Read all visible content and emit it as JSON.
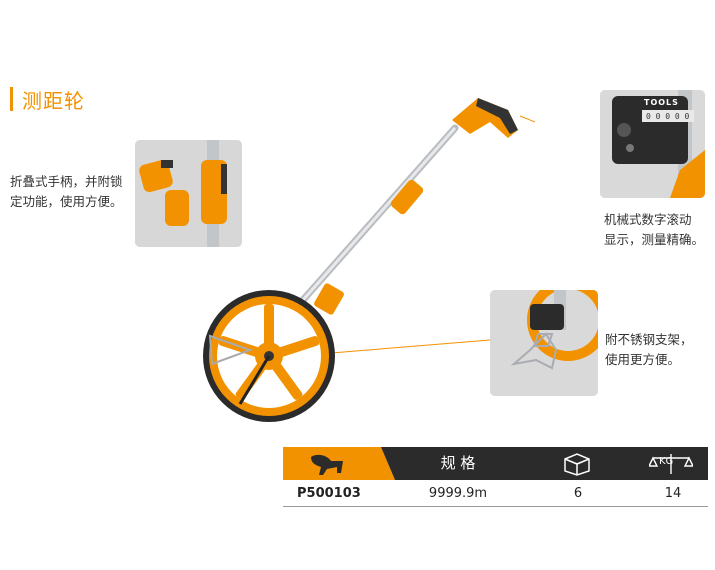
{
  "header": {
    "title": "测距轮"
  },
  "captions": {
    "handle": [
      "折叠式手柄，并附锁",
      "定功能，使用方便。"
    ],
    "counter": [
      "机械式数字滚动",
      "显示，测量精确。"
    ],
    "stand": [
      "附不锈钢支架，",
      "使用更方便。"
    ]
  },
  "counter_label": "TOOLS",
  "table": {
    "header": {
      "spec_label": "规 格",
      "weight_unit": "KG"
    },
    "row": {
      "model": "P500103",
      "spec": "9999.9m",
      "box_qty": "6",
      "weight": "14"
    }
  },
  "colors": {
    "accent": "#f39200",
    "dark": "#2b2b2b"
  },
  "icons": [
    "brand-lion-icon",
    "box-icon",
    "scale-icon"
  ]
}
